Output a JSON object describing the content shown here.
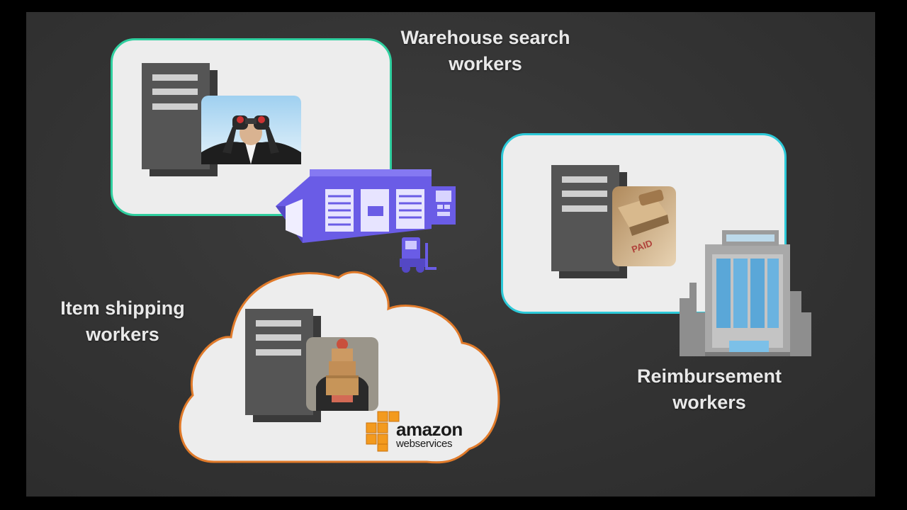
{
  "groups": {
    "warehouse": {
      "label_line1": "Warehouse search",
      "label_line2": "workers",
      "border_color": "#2fcf9f"
    },
    "reimbursement": {
      "label_line1": "Reimbursement",
      "label_line2": "workers",
      "border_color": "#2cc9d8"
    },
    "shipping": {
      "label_line1": "Item shipping",
      "label_line2": "workers",
      "border_color": "#e07a2a"
    }
  },
  "logo": {
    "brand": "amazon",
    "sub": "webservices",
    "cube_color": "#f39a1e"
  },
  "icons": {
    "server": "server-icon",
    "binoculars": "binoculars-person-icon",
    "warehouse": "warehouse-building-icon",
    "forklift": "forklift-icon",
    "paid_stamp": "paid-stamp-icon",
    "office": "office-building-icon",
    "boxes": "delivery-person-icon"
  },
  "colors": {
    "warehouse_icon": "#6a5ce6",
    "background": "#333333"
  }
}
